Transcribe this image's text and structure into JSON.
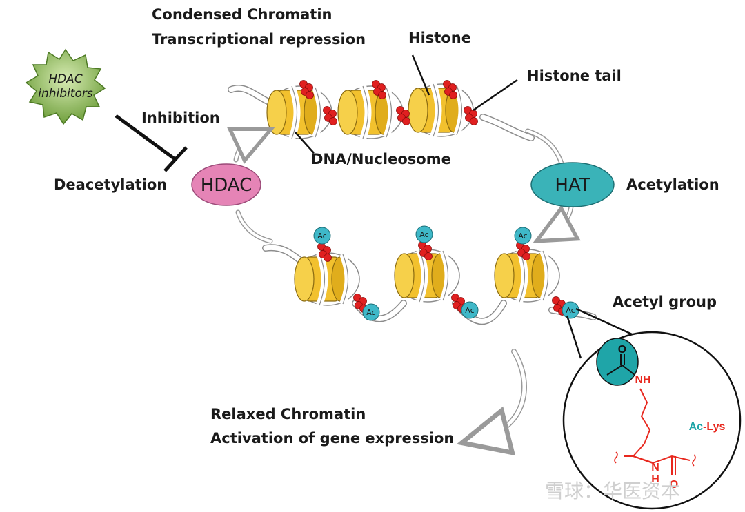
{
  "labels": {
    "top_title_1": "Condensed Chromatin",
    "top_title_2": "Transcriptional repression",
    "histone": "Histone",
    "histone_tail": "Histone tail",
    "inhibition": "Inhibition",
    "dna_nucleosome": "DNA/Nucleosome",
    "deacetylation": "Deacetylation",
    "acetylation": "Acetylation",
    "acetyl_group": "Acetyl group",
    "bottom_title_1": "Relaxed Chromatin",
    "bottom_title_2": "Activation of gene expression"
  },
  "inhibitor": {
    "line1": "HDAC",
    "line2": "inhibitors"
  },
  "enzymes": {
    "hdac": "HDAC",
    "hat": "HAT"
  },
  "ac_tag": "Ac",
  "chem": {
    "carbonyl_o": "O",
    "amide_nh": "NH",
    "backbone_n": "N",
    "backbone_h": "H",
    "ester_o": "O",
    "ac_part": "Ac",
    "dash": "-",
    "lys_part": "Lys"
  },
  "watermark": "雪球：华医资本",
  "colors": {
    "histone_yellow": "#f2c12e",
    "tail_red": "#e02020",
    "ac_teal": "#3fb8c8",
    "hdac_pink": "#e584b6",
    "hat_teal": "#3ab3b8",
    "inhibitor_green": "#8fbf55",
    "chem_red": "#e8281e",
    "chem_teal": "#1fa5a8"
  }
}
